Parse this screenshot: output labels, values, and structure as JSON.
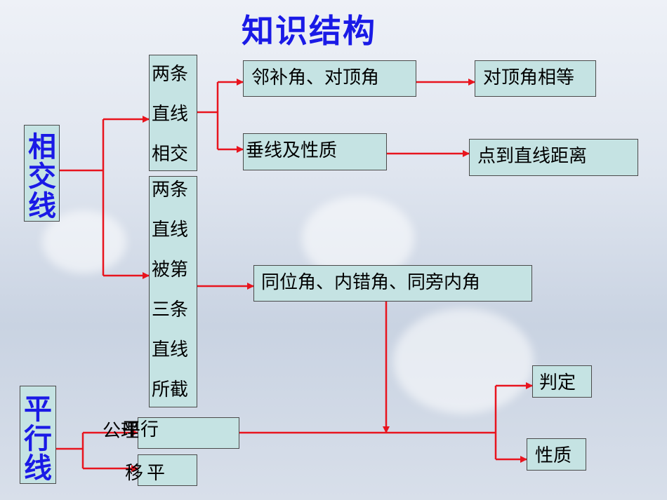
{
  "title": "知识结构",
  "left_labels": {
    "intersecting": [
      "相",
      "交",
      "线"
    ],
    "parallel": [
      "平",
      "行",
      "线"
    ]
  },
  "two_lines_intersect": [
    "两条",
    "直线",
    "相交"
  ],
  "cut_by_third": [
    "两条",
    "直线",
    "被第",
    "三条",
    "直线",
    "所截"
  ],
  "boxes": {
    "adjacent_vertical": "邻补角、对顶角",
    "vertical_equal": "对顶角相等",
    "perpendicular": "垂线及性质",
    "distance": "点到直线距离",
    "corresponding": "同位角、内错角、同旁内角",
    "parallel_axiom_a": "平行",
    "parallel_axiom_b": "公理",
    "translation_a": "平",
    "translation_b": "移",
    "judge": "判定",
    "property": "性质"
  },
  "colors": {
    "arrow": "#e8141e",
    "box_fill": "#c5e3e3",
    "heading": "#1a1ae6"
  }
}
